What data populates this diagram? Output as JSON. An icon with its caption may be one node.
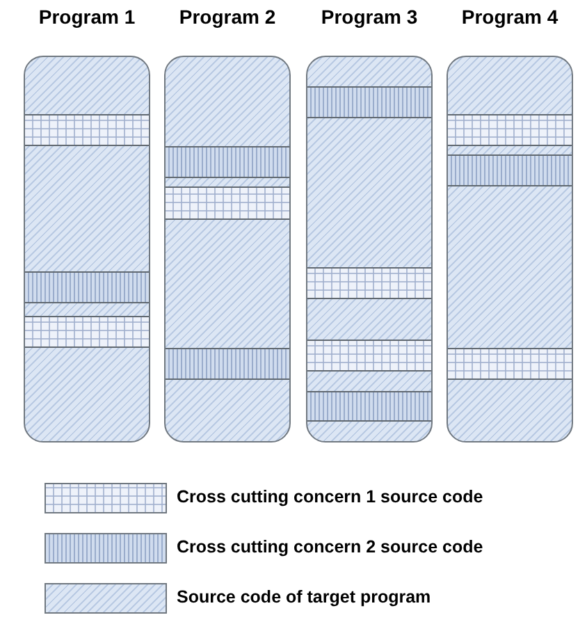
{
  "diagram": {
    "nodes": [
      {
        "text": [
          "Program 1"
        ]
      },
      {
        "text": [],
        "shape": "bar",
        "in": 0
      },
      {
        "text": [],
        "shape": "bar",
        "in": 0
      },
      {
        "text": [],
        "shape": "bar",
        "in": 0
      },
      {
        "text": [
          "Program 2"
        ]
      },
      {
        "text": [],
        "shape": "bar",
        "in": 4
      },
      {
        "text": [],
        "shape": "bar",
        "in": 4
      },
      {
        "text": [],
        "shape": "bar",
        "in": 4
      },
      {
        "text": [
          "Program 3"
        ]
      },
      {
        "text": [],
        "shape": "bar",
        "in": 8
      },
      {
        "text": [],
        "shape": "bar",
        "in": 8
      },
      {
        "text": [],
        "shape": "bar",
        "in": 8
      },
      {
        "text": [],
        "shape": "bar",
        "in": 8
      },
      {
        "text": [
          "Program 4"
        ]
      },
      {
        "text": [],
        "shape": "bar",
        "in": 13
      },
      {
        "text": [],
        "shape": "bar",
        "in": 13
      },
      {
        "text": [],
        "shape": "bar",
        "in": 13
      }
    ],
    "legend": [
      {
        "text": "Cross cutting concern 1 source code"
      },
      {
        "text": "Cross cutting concern 2 source code"
      },
      {
        "text": "Source code of target program"
      }
    ]
  }
}
